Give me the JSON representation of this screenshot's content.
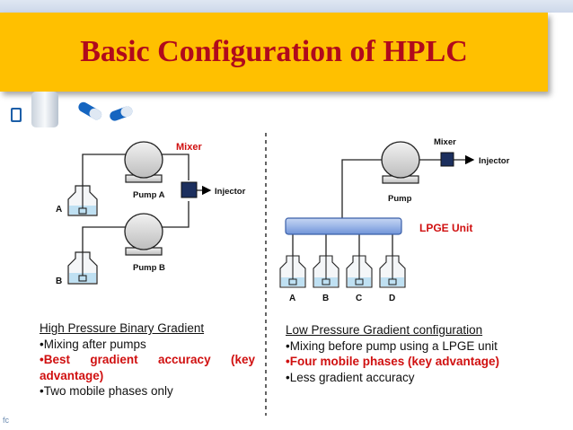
{
  "slide": {
    "title": "Basic Configuration of HPLC",
    "footer_mark": "fc"
  },
  "left_diagram": {
    "mixer_label": "Mixer",
    "injector_label": "Injector",
    "pump_a_label": "Pump A",
    "pump_b_label": "Pump B",
    "reservoir_a_label": "A",
    "reservoir_b_label": "B"
  },
  "right_diagram": {
    "mixer_label": "Mixer",
    "injector_label": "Injector",
    "pump_label": "Pump",
    "lpge_label": "LPGE Unit",
    "reservoir_labels": [
      "A",
      "B",
      "C",
      "D"
    ]
  },
  "left_text": {
    "heading": "High Pressure Binary Gradient",
    "bullet_1": "•Mixing after pumps",
    "bullet_2": "•Best gradient accuracy (key advantage)",
    "bullet_3": "•Two mobile phases only"
  },
  "right_text": {
    "heading": "Low Pressure Gradient configuration",
    "bullet_1": "•Mixing before pump using a LPGE unit",
    "bullet_2": "•Four mobile phases (key advantage)",
    "bullet_3": "•Less gradient accuracy"
  },
  "colors": {
    "title_bar": "#ffc000",
    "title_text": "#b00a1c",
    "mixer_label": "#d01010",
    "lpge_label": "#d01010",
    "key_advantage_text": "#d01010",
    "injector_block": "#1c2f5e"
  },
  "icons": [
    "flask-icon",
    "capsule-icon"
  ]
}
